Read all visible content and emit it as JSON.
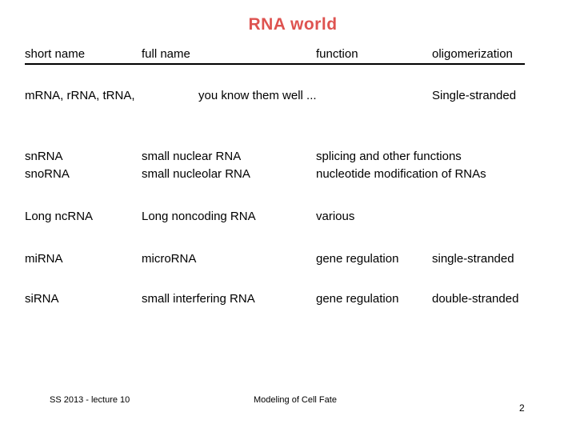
{
  "slide": {
    "title": "RNA world",
    "colors": {
      "title": "#de5350",
      "text": "#000000",
      "background": "#ffffff"
    }
  },
  "table": {
    "header": {
      "short_name": "short name",
      "full_name": "full name",
      "function": "function",
      "oligomerization": "oligomerization"
    },
    "rows": [
      {
        "short_name": "mRNA, rRNA, tRNA,",
        "note": "you know them well ...",
        "oligomerization": "Single-stranded"
      },
      {
        "short_name_line1": "snRNA",
        "short_name_line2": "snoRNA",
        "full_name_line1": "small nuclear RNA",
        "full_name_line2": "small nucleolar RNA",
        "function_line1": "splicing and other functions",
        "function_line2": "nucleotide modification of RNAs"
      },
      {
        "short_name": "Long ncRNA",
        "full_name": "Long noncoding RNA",
        "function": "various"
      },
      {
        "short_name": "miRNA",
        "full_name": "microRNA",
        "function": "gene regulation",
        "oligomerization": "single-stranded"
      },
      {
        "short_name": "siRNA",
        "full_name": "small interfering RNA",
        "function": "gene regulation",
        "oligomerization": "double-stranded"
      }
    ]
  },
  "footer": {
    "course": "SS 2013 - lecture 10",
    "center": "Modeling of Cell Fate",
    "page_number": "2"
  }
}
